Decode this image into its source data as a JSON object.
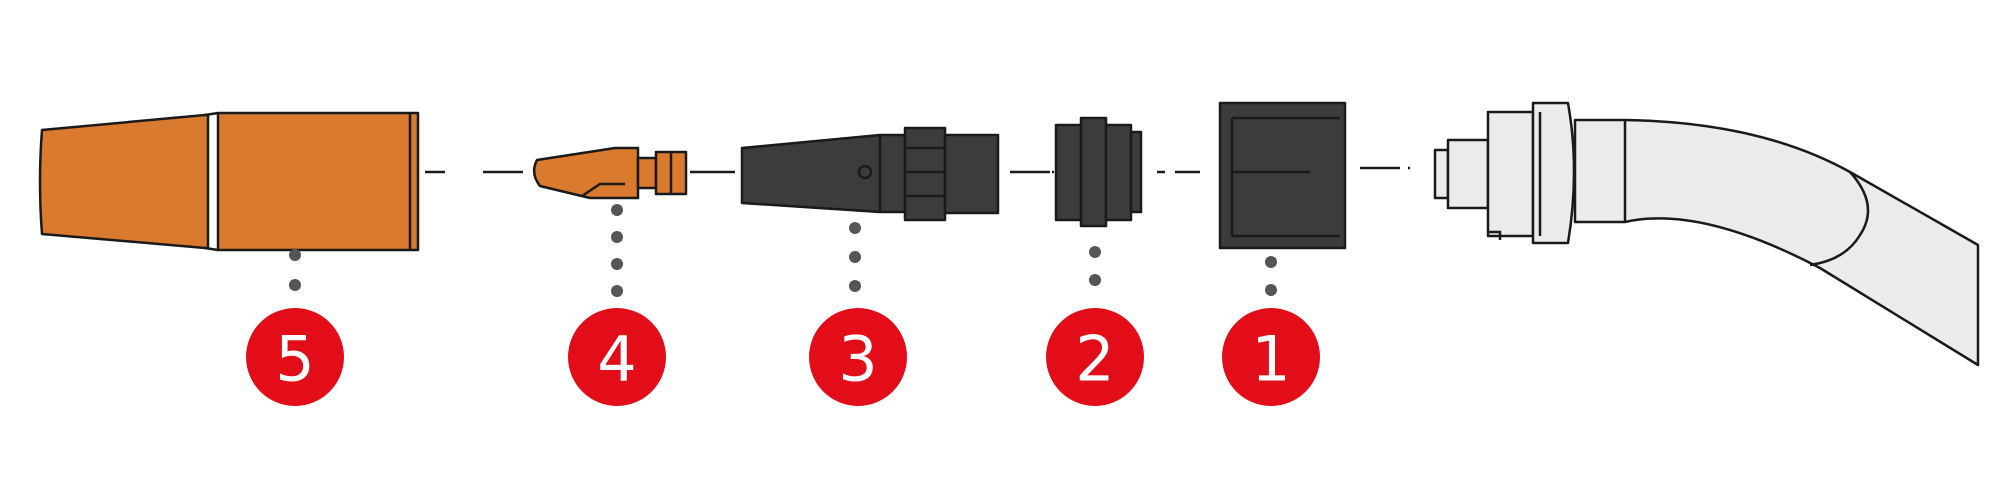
{
  "colors": {
    "copper": "#d97a2e",
    "dark": "#3c3c3c",
    "silver": "#ebebeb",
    "badge": "#e20d18",
    "outline": "#1a1a1a",
    "dots": "#555555"
  },
  "callouts": [
    {
      "id": "part-1",
      "label": "1",
      "part": "insulator-cap"
    },
    {
      "id": "part-2",
      "label": "2",
      "part": "insulating-ring"
    },
    {
      "id": "part-3",
      "label": "3",
      "part": "gas-diffuser"
    },
    {
      "id": "part-4",
      "label": "4",
      "part": "contact-tip"
    },
    {
      "id": "part-5",
      "label": "5",
      "part": "gas-nozzle"
    }
  ]
}
